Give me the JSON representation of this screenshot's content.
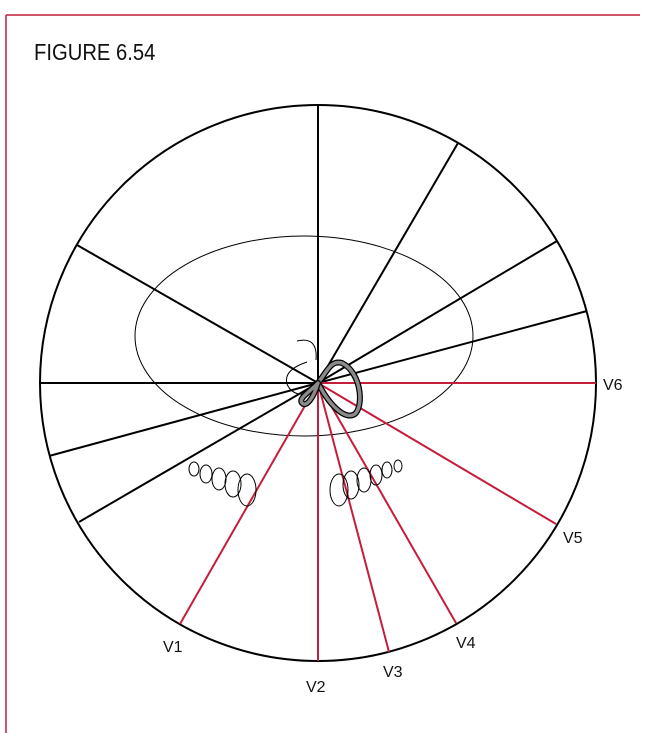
{
  "figure": {
    "title": "FIGURE 6.54"
  },
  "leads": {
    "v1": "V1",
    "v2": "V2",
    "v3": "V3",
    "v4": "V4",
    "v5": "V5",
    "v6": "V6"
  },
  "colors": {
    "frame": "#c41e3a",
    "lead_lines": "#c41e3a",
    "reference_lines": "#000000",
    "vector_loop": "#8a8a8a"
  }
}
